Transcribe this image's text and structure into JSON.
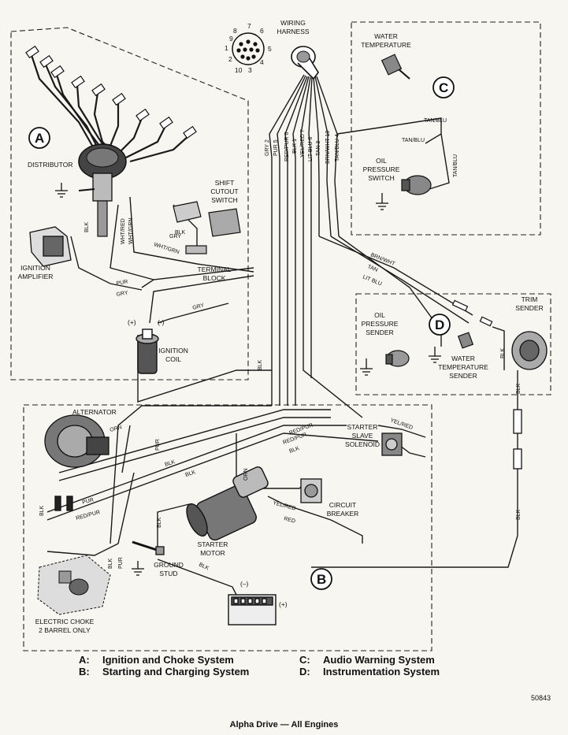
{
  "labels": {
    "wiring_harness": [
      "WIRING",
      "HARNESS"
    ],
    "distributor": "DISTRIBUTOR",
    "ignition_amplifier": [
      "IGNITION",
      "AMPLIFIER"
    ],
    "ignition_coil": [
      "IGNITION",
      "COIL"
    ],
    "shift_cutout_switch": [
      "SHIFT",
      "CUTOUT",
      "SWITCH"
    ],
    "terminal_block": [
      "TERMINAL",
      "BLOCK"
    ],
    "water_temperature": [
      "WATER",
      "TEMPERATURE"
    ],
    "oil_pressure_switch": [
      "OIL",
      "PRESSURE",
      "SWITCH"
    ],
    "oil_pressure_sender": [
      "OIL",
      "PRESSURE",
      "SENDER"
    ],
    "water_temperature_sender": [
      "WATER",
      "TEMPERATURE",
      "SENDER"
    ],
    "trim_sender": [
      "TRIM",
      "SENDER"
    ],
    "alternator": "ALTERNATOR",
    "starter_slave_solenoid": [
      "STARTER",
      "SLAVE",
      "SOLENOID"
    ],
    "circuit_breaker": [
      "CIRCUIT",
      "BREAKER"
    ],
    "starter_motor": [
      "STARTER",
      "MOTOR"
    ],
    "ground_stud": [
      "GROUND",
      "STUD"
    ],
    "electric_choke": [
      "ELECTRIC CHOKE",
      "2 BARREL ONLY"
    ],
    "coil_plus": "(+)",
    "coil_minus": "(-)",
    "battery_minus": "(–)",
    "battery_plus": "(+)"
  },
  "connector_pins": [
    "1",
    "2",
    "3",
    "4",
    "5",
    "6",
    "7",
    "8",
    "9",
    "10"
  ],
  "section_letters": {
    "a": "A",
    "b": "B",
    "c": "C",
    "d": "D"
  },
  "wire_labels": {
    "harness": [
      "GRY 2",
      "PUR 5",
      "RED/PUR 6",
      "BLK 1",
      "YEL/RED 7",
      "LIT BLU 8",
      "TAN 3",
      "BRN/WHT 10",
      "TAN/BLU 4"
    ],
    "tan_blu": "TAN/BLU",
    "brn_wht": "BRN/WHT",
    "tan": "TAN",
    "lit_blu": "LIT BLU",
    "blk": "BLK",
    "wht_red": "WHT/RED",
    "wht_grn": "WHT/GRN",
    "gry": "GRY",
    "pur": "PUR",
    "orn": "ORN",
    "red_pur": "RED/PUR",
    "yel_red": "YEL/RED",
    "red": "RED"
  },
  "legend": [
    {
      "key": "A:",
      "text": "Ignition and Choke System"
    },
    {
      "key": "C:",
      "text": "Audio Warning System"
    },
    {
      "key": "B:",
      "text": "Starting and Charging System"
    },
    {
      "key": "D:",
      "text": "Instrumentation System"
    }
  ],
  "figure_number": "50843",
  "footer": "Alpha Drive — All Engines"
}
